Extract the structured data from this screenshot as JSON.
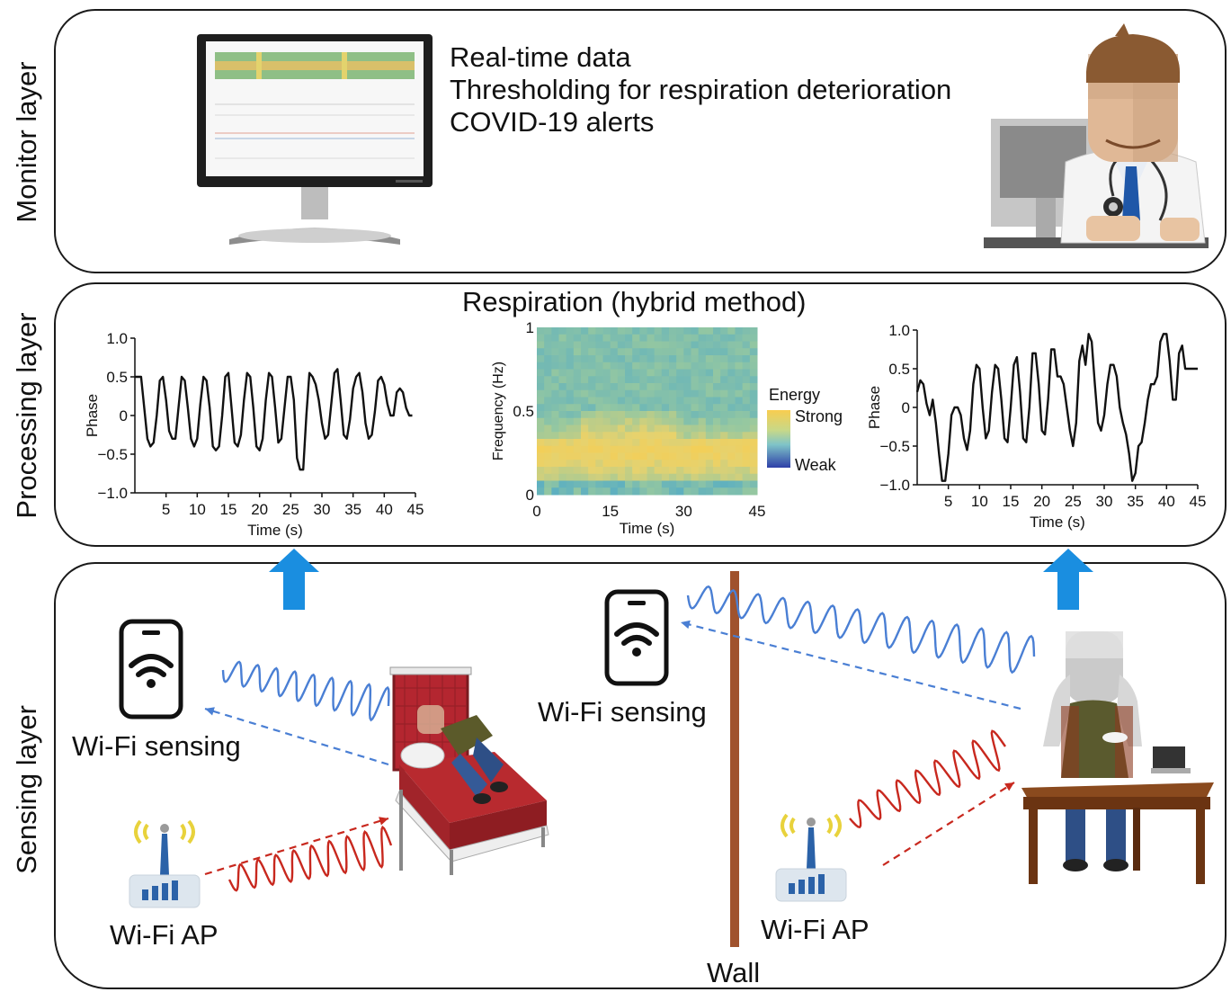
{
  "layers": {
    "monitor": "Monitor layer",
    "processing": "Processing layer",
    "sensing": "Sensing layer"
  },
  "monitor": {
    "features": [
      "Real-time data",
      "Thresholding for respiration deterioration",
      "COVID-19 alerts"
    ]
  },
  "processing": {
    "title": "Respiration (hybrid method)",
    "energy_legend": {
      "title": "Energy",
      "strong": "Strong",
      "weak": "Weak"
    }
  },
  "sensing": {
    "wifi_sensing_label": "Wi-Fi sensing",
    "wifi_ap_label": "Wi-Fi AP",
    "wall_label": "Wall"
  },
  "colors": {
    "tx_wave": "#c8281e",
    "rx_wave": "#4a7fd4",
    "arrow_up": "#1a8ee0",
    "wall": "#a0522d"
  },
  "chart_data": [
    {
      "type": "line",
      "xlabel": "Time (s)",
      "ylabel": "Phase",
      "xticks": [
        5,
        10,
        15,
        20,
        25,
        30,
        35,
        40,
        45
      ],
      "yticks": [
        "1.0",
        "0.5",
        "0",
        "−0.5",
        "−1.0"
      ],
      "xlim": [
        0,
        45
      ],
      "ylim": [
        -1.0,
        1.0
      ],
      "x": [
        0,
        0.5,
        1,
        1.5,
        2,
        2.5,
        3,
        3.5,
        4,
        4.5,
        5,
        5.5,
        6,
        6.5,
        7,
        7.5,
        8,
        8.5,
        9,
        9.5,
        10,
        10.5,
        11,
        11.5,
        12,
        12.5,
        13,
        13.5,
        14,
        14.5,
        15,
        15.5,
        16,
        16.5,
        17,
        17.5,
        18,
        18.5,
        19,
        19.5,
        20,
        20.5,
        21,
        21.5,
        22,
        22.5,
        23,
        23.5,
        24,
        24.5,
        25,
        25.5,
        26,
        26.5,
        27,
        27.5,
        28,
        28.5,
        29,
        29.5,
        30,
        30.5,
        31,
        31.5,
        32,
        32.5,
        33,
        33.5,
        34,
        34.5,
        35,
        35.5,
        36,
        36.5,
        37,
        37.5,
        38,
        38.5,
        39,
        39.5,
        40,
        40.5,
        41,
        41.5,
        42,
        42.5,
        43,
        43.5,
        44,
        44.5
      ],
      "values": [
        0.5,
        0.5,
        0.5,
        0.1,
        -0.3,
        -0.4,
        -0.35,
        0.0,
        0.45,
        0.5,
        0.2,
        -0.2,
        -0.3,
        -0.3,
        0.1,
        0.5,
        0.45,
        0.1,
        -0.3,
        -0.4,
        -0.3,
        0.15,
        0.5,
        0.45,
        0.1,
        -0.4,
        -0.45,
        -0.4,
        0.0,
        0.5,
        0.55,
        0.1,
        -0.35,
        -0.4,
        -0.25,
        0.2,
        0.55,
        0.5,
        0.1,
        -0.4,
        -0.45,
        -0.3,
        0.2,
        0.55,
        0.5,
        0.1,
        -0.35,
        -0.3,
        0.1,
        0.5,
        0.5,
        0.2,
        -0.55,
        -0.7,
        -0.7,
        0.0,
        0.55,
        0.5,
        0.4,
        0.2,
        -0.1,
        -0.3,
        -0.25,
        0.15,
        0.55,
        0.6,
        0.2,
        -0.25,
        -0.3,
        -0.05,
        0.35,
        0.5,
        0.55,
        0.3,
        -0.1,
        -0.3,
        -0.25,
        0.05,
        0.45,
        0.5,
        0.4,
        0.15,
        0.0,
        0.0,
        0.3,
        0.35,
        0.3,
        0.1,
        0.0,
        0.0
      ]
    },
    {
      "type": "heatmap",
      "xlabel": "Time (s)",
      "ylabel": "Frequency (Hz)",
      "xticks": [
        "0",
        "15",
        "30",
        "45"
      ],
      "yticks": [
        "0",
        "0.5",
        "1"
      ],
      "xlim": [
        0,
        45
      ],
      "ylim": [
        0,
        1
      ],
      "description_bands": "energy strongest between 0.2 and 0.55 Hz"
    },
    {
      "type": "line",
      "xlabel": "Time (s)",
      "ylabel": "Phase",
      "xticks": [
        5,
        10,
        15,
        20,
        25,
        30,
        35,
        40,
        45
      ],
      "yticks": [
        "1.0",
        "0.5",
        "0",
        "−0.5",
        "−1.0"
      ],
      "xlim": [
        0,
        45
      ],
      "ylim": [
        -1.0,
        1.0
      ],
      "x": [
        0,
        0.5,
        1,
        1.5,
        2,
        2.5,
        3,
        3.5,
        4,
        4.5,
        5,
        5.5,
        6,
        6.5,
        7,
        7.5,
        8,
        8.5,
        9,
        9.5,
        10,
        10.5,
        11,
        11.5,
        12,
        12.5,
        13,
        13.5,
        14,
        14.5,
        15,
        15.5,
        16,
        16.5,
        17,
        17.5,
        18,
        18.5,
        19,
        19.5,
        20,
        20.5,
        21,
        21.5,
        22,
        22.5,
        23,
        23.5,
        24,
        24.5,
        25,
        25.5,
        26,
        26.5,
        27,
        27.5,
        28,
        28.5,
        29,
        29.5,
        30,
        30.5,
        31,
        31.5,
        32,
        32.5,
        33,
        33.5,
        34,
        34.5,
        35,
        35.5,
        36,
        36.5,
        37,
        37.5,
        38,
        38.5,
        39,
        39.5,
        40,
        40.5,
        41,
        41.5,
        42,
        42.5,
        43,
        43.5,
        44,
        44.5,
        45
      ],
      "values": [
        0.2,
        0.35,
        0.3,
        0.05,
        -0.1,
        0.1,
        -0.2,
        -0.6,
        -0.95,
        -0.95,
        -0.6,
        -0.1,
        0.0,
        0.0,
        -0.1,
        -0.4,
        -0.55,
        -0.3,
        0.3,
        0.55,
        0.5,
        0.0,
        -0.4,
        -0.3,
        0.2,
        0.55,
        0.5,
        0.1,
        -0.4,
        -0.45,
        0.0,
        0.55,
        0.65,
        0.2,
        -0.4,
        -0.45,
        0.0,
        0.7,
        0.7,
        0.3,
        -0.3,
        -0.35,
        0.1,
        0.75,
        0.75,
        0.4,
        0.4,
        0.3,
        0.0,
        -0.3,
        -0.5,
        -0.2,
        0.6,
        0.8,
        0.55,
        0.95,
        0.85,
        0.3,
        -0.2,
        -0.3,
        -0.1,
        0.3,
        0.55,
        0.55,
        0.4,
        0.0,
        -0.2,
        -0.35,
        -0.6,
        -0.95,
        -0.85,
        -0.5,
        -0.45,
        -0.2,
        0.1,
        0.3,
        0.3,
        0.4,
        0.85,
        0.95,
        0.95,
        0.6,
        0.1,
        0.1,
        0.7,
        0.8,
        0.5,
        0.5,
        0.5,
        0.5,
        0.5
      ]
    }
  ]
}
